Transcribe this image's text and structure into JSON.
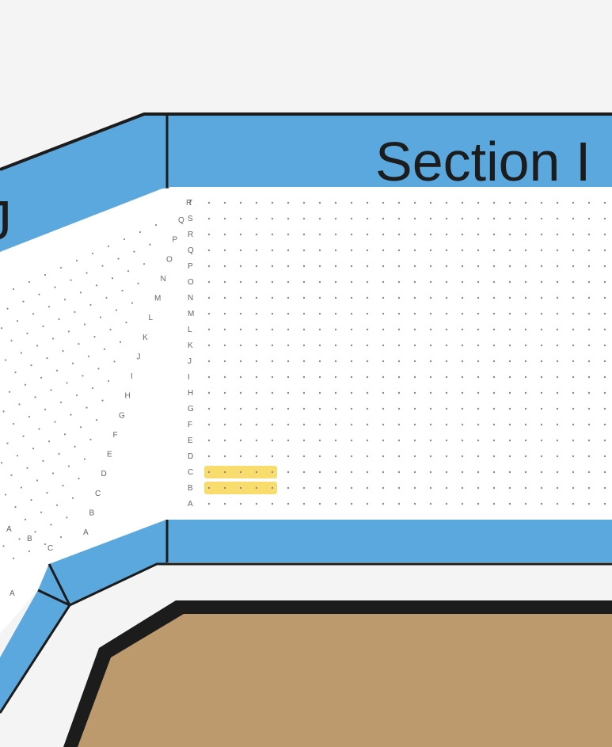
{
  "section_i": {
    "label": "Section I",
    "rows": [
      "T",
      "S",
      "R",
      "Q",
      "P",
      "O",
      "N",
      "M",
      "L",
      "K",
      "J",
      "I",
      "H",
      "G",
      "F",
      "E",
      "D",
      "C",
      "B",
      "A"
    ],
    "top_row_extra_label": "R"
  },
  "section_j": {
    "label": "J",
    "rows": [
      "Q",
      "P",
      "O",
      "N",
      "M",
      "L",
      "K",
      "J",
      "I",
      "H",
      "G",
      "F",
      "E",
      "D",
      "C",
      "B",
      "A"
    ],
    "partial_rows": [
      "C",
      "B",
      "A"
    ],
    "lower_label": "A"
  },
  "highlight": {
    "section": "Section I",
    "rows": [
      "C",
      "B"
    ],
    "seats_per_row": 5,
    "color": "#f8dd6e"
  },
  "colors": {
    "section_band": "#5aa8de",
    "outline": "#1c1c1c",
    "floor": "#bc9a6e",
    "background": "#f4f4f4",
    "seat_dot": "#8a8a8a"
  }
}
